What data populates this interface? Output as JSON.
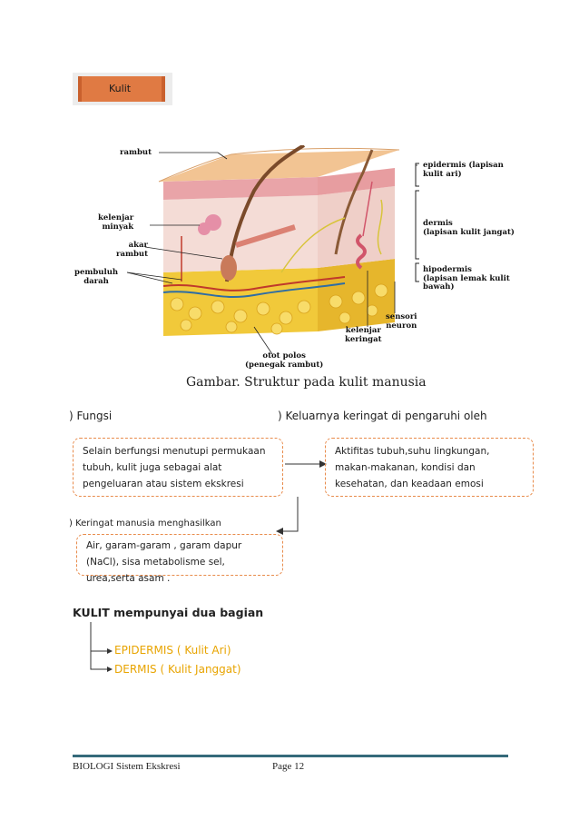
{
  "header": {
    "title": "Kulit"
  },
  "figure": {
    "labels": {
      "rambut": "rambut",
      "kelenjar_minyak": "kelenjar\nminyak",
      "akar_rambut": "akar\nrambut",
      "pembuluh_darah": "pembuluh\ndarah",
      "otot_polos": "otot polos\n(penegak rambut)",
      "kelenjar_keringat": "kelenjar\nkeringat",
      "sensori_neuron": "sensori\nneuron",
      "epidermis": "epidermis (lapisan\nkulit ari)",
      "dermis": "dermis\n(lapisan kulit jangat)",
      "hipodermis": "hipodermis\n(lapisan lemak kulit bawah)"
    },
    "caption": "Gambar. Struktur pada kulit manusia"
  },
  "fungsi": {
    "header": ") Fungsi",
    "text": "Selain berfungsi menutupi permukaan tubuh, kulit juga sebagai alat pengeluaran atau sistem ekskresi"
  },
  "keringat_pengaruh": {
    "header": ") Keluarnya keringat di pengaruhi oleh",
    "text": "Aktifitas tubuh,suhu lingkungan,  makan-makanan, kondisi dan kesehatan, dan keadaan emosi"
  },
  "keringat_hasil": {
    "header": ") Keringat manusia menghasilkan",
    "text": "Air, garam-garam , garam dapur (NaCl), sisa metabolisme sel, urea,serta asam ."
  },
  "bagian": {
    "title": "KULIT mempunyai dua bagian",
    "items": [
      "EPIDERMIS ( Kulit Ari)",
      "DERMIS ( Kulit Janggat)"
    ]
  },
  "footer": {
    "left": "BIOLOGI  Sistem Ekskresi",
    "page": "Page 12"
  }
}
